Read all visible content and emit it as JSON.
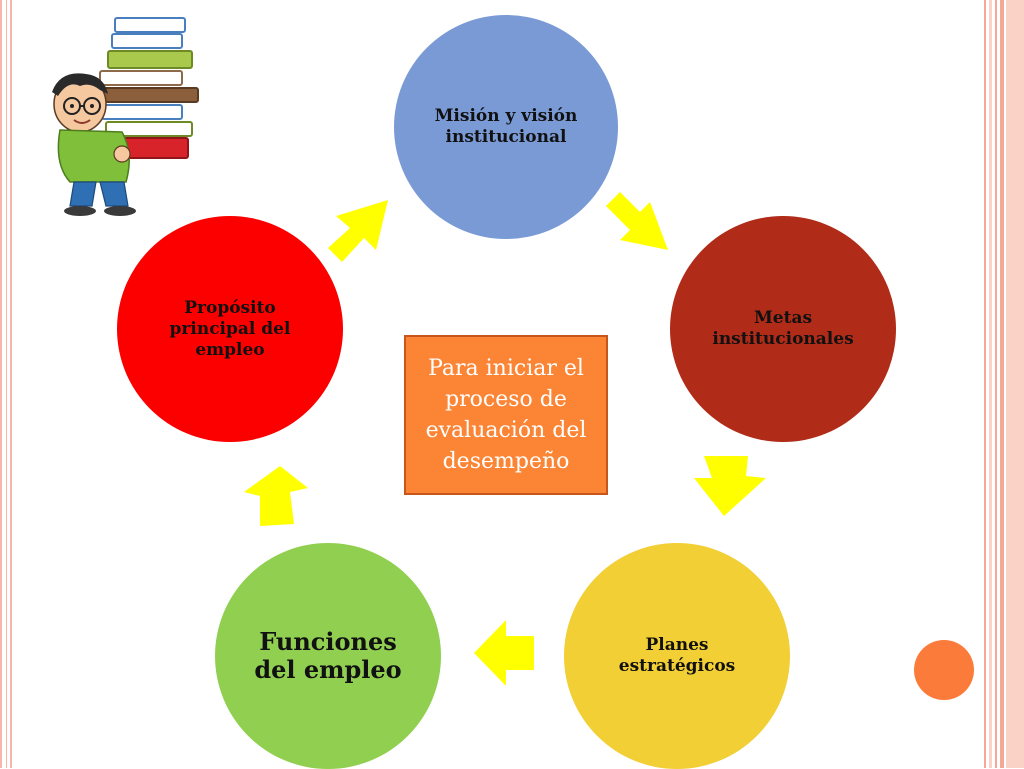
{
  "diagram": {
    "nodes": [
      {
        "id": "mision",
        "label": "Misión y visión institucional"
      },
      {
        "id": "metas",
        "label": "Metas institucionales"
      },
      {
        "id": "planes",
        "label": "Planes estratégicos"
      },
      {
        "id": "funciones",
        "label": "Funciones del empleo"
      },
      {
        "id": "proposito",
        "label": "Propósito principal del empleo"
      }
    ],
    "center_text": "Para iniciar el proceso de evaluación del desempeño"
  },
  "colors": {
    "mision": "#7a9ad6",
    "metas": "#b02b18",
    "planes": "#f2cf34",
    "funciones": "#91cf51",
    "proposito": "#fc0000",
    "center_box": "#fb8535",
    "arrows": "#ffff00",
    "accent_dot": "#fb7b3a"
  },
  "icons": {
    "clipart": "boy-carrying-books-icon",
    "arrow": "arrow-icon"
  }
}
